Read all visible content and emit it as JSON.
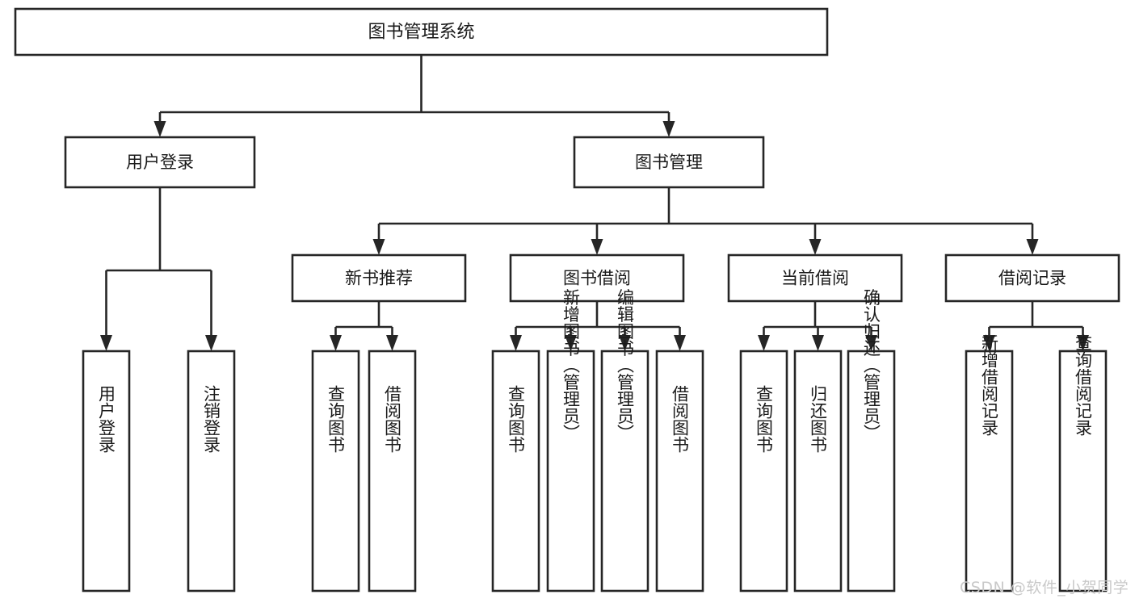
{
  "diagram": {
    "type": "tree",
    "title": "图书管理系统",
    "orientation": "top-down",
    "colors": {
      "box_stroke": "#262626",
      "box_fill": "#ffffff",
      "connector": "#262626",
      "text": "#1a1a1a",
      "background": "#ffffff",
      "watermark": "#c9c9c9"
    },
    "root": {
      "label": "图书管理系统",
      "name": "node-root-system"
    },
    "level2": [
      {
        "label": "用户登录",
        "name": "node-user-login"
      },
      {
        "label": "图书管理",
        "name": "node-book-management"
      }
    ],
    "level3": [
      {
        "label": "新书推荐",
        "name": "node-new-book-recommend"
      },
      {
        "label": "图书借阅",
        "name": "node-book-borrow"
      },
      {
        "label": "当前借阅",
        "name": "node-current-borrow"
      },
      {
        "label": "借阅记录",
        "name": "node-borrow-record"
      }
    ],
    "leaves": {
      "user_login": [
        {
          "label": "用户登录",
          "name": "leaf-user-login"
        },
        {
          "label": "注销登录",
          "name": "leaf-logout"
        }
      ],
      "new_book_recommend": [
        {
          "label": "查询图书",
          "name": "leaf-query-book-1"
        },
        {
          "label": "借阅图书",
          "name": "leaf-borrow-book-1"
        }
      ],
      "book_borrow": [
        {
          "label": "查询图书",
          "name": "leaf-query-book-2"
        },
        {
          "label": "新增图书（管理员）",
          "name": "leaf-add-book-admin"
        },
        {
          "label": "编辑图书（管理员）",
          "name": "leaf-edit-book-admin"
        },
        {
          "label": "借阅图书",
          "name": "leaf-borrow-book-2"
        }
      ],
      "current_borrow": [
        {
          "label": "查询图书",
          "name": "leaf-query-book-3"
        },
        {
          "label": "归还图书",
          "name": "leaf-return-book"
        },
        {
          "label": "确认归还（管理员）",
          "name": "leaf-confirm-return-admin"
        }
      ],
      "borrow_record": [
        {
          "label": "新增借阅记录",
          "name": "leaf-add-borrow-record"
        },
        {
          "label": "查询借阅记录",
          "name": "leaf-query-borrow-record"
        }
      ]
    },
    "watermark": "CSDN @软件_小贺同学"
  }
}
